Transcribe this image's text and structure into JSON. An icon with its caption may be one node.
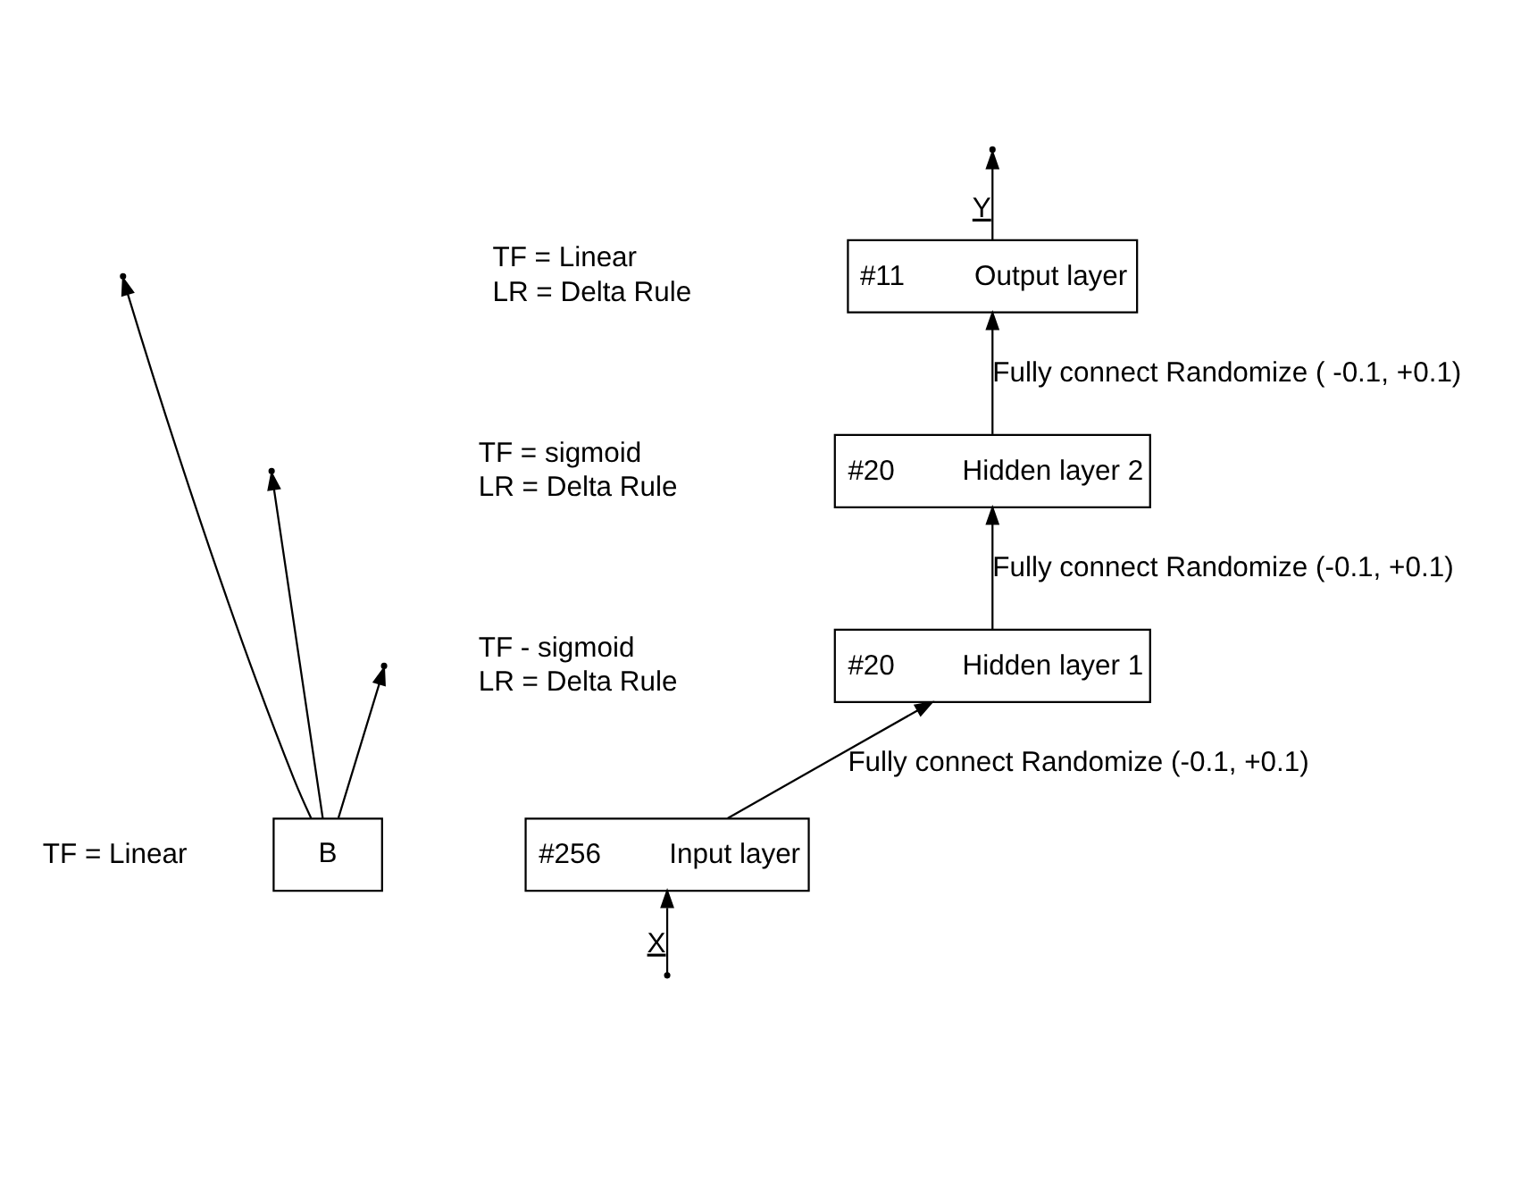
{
  "diagram": {
    "nodes": [
      {
        "text": [
          "#11",
          "Output layer"
        ]
      },
      {
        "text": [
          "#20",
          "Hidden layer 2"
        ]
      },
      {
        "text": [
          "#20",
          "Hidden layer 1"
        ]
      },
      {
        "text": [
          "B"
        ]
      },
      {
        "text": [
          "#256",
          "Input layer"
        ]
      }
    ],
    "edges": [
      {
        "from": 0,
        "to": null,
        "arrow": "to",
        "label": "Y"
      },
      {
        "from": 1,
        "to": 0,
        "arrow": "to",
        "label": "Fully connect Randomize ( -0.1, +0.1)"
      },
      {
        "from": 2,
        "to": 1,
        "arrow": "to",
        "label": "Fully connect Randomize (-0.1, +0.1)"
      },
      {
        "from": 4,
        "to": 2,
        "arrow": "to",
        "label": "Fully connect Randomize (-0.1, +0.1)"
      },
      {
        "from": 3,
        "to": null,
        "arrow": "to"
      },
      {
        "from": 3,
        "to": null,
        "arrow": "to"
      },
      {
        "from": 3,
        "to": null,
        "arrow": "to"
      },
      {
        "from": null,
        "to": 4,
        "arrow": "to",
        "label": "X"
      }
    ],
    "labels": [
      "TF = Linear",
      "LR = Delta Rule",
      "TF = sigmoid",
      "LR = Delta Rule",
      "TF - sigmoid",
      "LR = Delta Rule",
      "TF = Linear"
    ]
  }
}
